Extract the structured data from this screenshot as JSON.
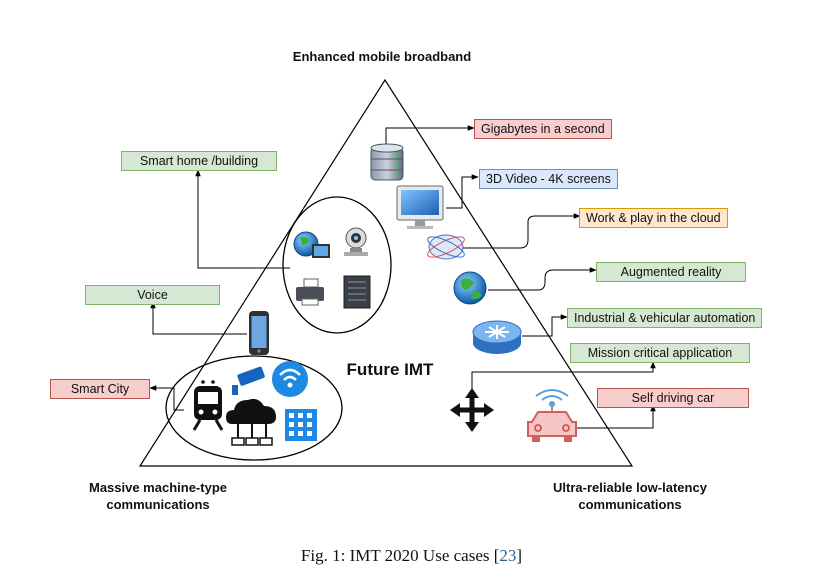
{
  "corners": {
    "top": "Enhanced mobile broadband",
    "left_line1": "Massive machine-type",
    "left_line2": "communications",
    "right_line1": "Ultra-reliable low-latency",
    "right_line2": "communications"
  },
  "center_title": "Future IMT",
  "tags": {
    "gigabytes": "Gigabytes in a second",
    "video": "3D Video - 4K screens",
    "cloud": "Work & play in the cloud",
    "ar": "Augmented reality",
    "industrial": "Industrial & vehicular automation",
    "mission": "Mission critical application",
    "selfdriving": "Self driving car",
    "smarthome": "Smart home /building",
    "voice": "Voice",
    "smartcity": "Smart City"
  },
  "caption": {
    "prefix": "Fig. 1: IMT 2020 Use cases [",
    "ref": "23",
    "suffix": "]"
  },
  "colors": {
    "red_fill": "#f8cecc",
    "blue_fill": "#dae8fc",
    "orange_fill": "#ffe6cc",
    "green_fill": "#d5e8d4",
    "link": "#2a6496"
  }
}
